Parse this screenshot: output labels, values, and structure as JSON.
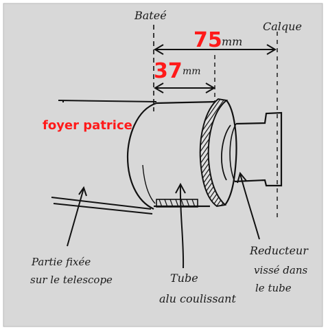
{
  "labels": {
    "batee": "Bateé",
    "calque": "Calque",
    "dim75_value": "75",
    "dim75_unit": "mm",
    "dim37_value": "37",
    "dim37_unit": "mm",
    "foyer": "foyer patrice",
    "partie_line1": "Partie fixée",
    "partie_line2": "sur le telescope",
    "tube_line1": "Tube",
    "tube_line2": "alu coulissant",
    "reducteur_line1": "Reducteur",
    "reducteur_line2": "vissé dans",
    "reducteur_line3": "le tube"
  },
  "colors": {
    "paper": "#d8d8d8",
    "ink": "#111111",
    "highlight": "#ff1a1a"
  }
}
